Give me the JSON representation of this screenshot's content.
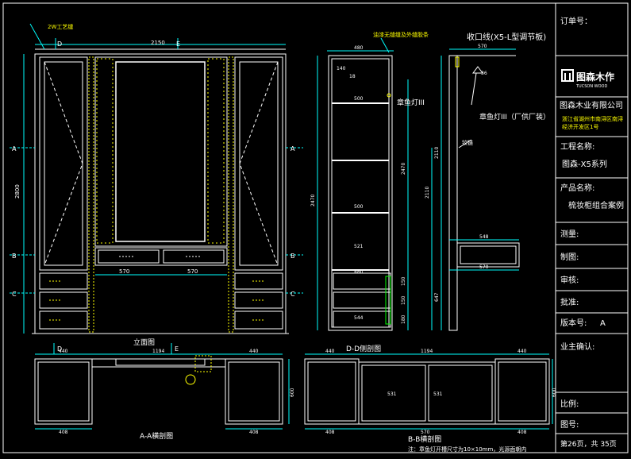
{
  "annotations": {
    "top_left_note": "2W工艺缝",
    "top_center_note": "油漆无缝缝及外缝胶条",
    "collar_label": "收口线(X5-L型调节板)",
    "lamp_label_1": "章鱼灯III",
    "lamp_label_2": "章鱼灯III（厂供厂装）",
    "hinge_label": "铰链",
    "bottom_note": "注：章鱼灯开槽尺寸为10×10mm，光源面朝内"
  },
  "views": {
    "elevation_title": "立面图",
    "side_title": "D-D侧剖图",
    "section_aa_title": "A-A横剖图",
    "section_bb_title": "B-B横剖图"
  },
  "section_marks": {
    "a": "A",
    "b": "B",
    "c": "C",
    "d": "D",
    "e": "E"
  },
  "dimensions": {
    "elev_total_width": "2150",
    "elev_total_height": "2800",
    "elev_mid_left": "570",
    "elev_mid_right": "570",
    "side_top_width": "480",
    "side_width_2": "140",
    "side_width_3": "18",
    "side_shelf": "500",
    "side_shelf_2": "500",
    "side_shelf_3": "521",
    "side_drawer_w": "480",
    "side_drawer_w2": "544",
    "side_inner_h": "2470",
    "side_height": "2470",
    "side_drawer_h1": "150",
    "side_drawer_h2": "150",
    "side_drawer_h3": "180",
    "right_top_w": "570",
    "right_h": "2110",
    "right_total_h": "2110",
    "right_sub_w": "548",
    "right_sub_w2": "570",
    "right_low_h": "647",
    "right_off": "36",
    "aa_left_w": "440",
    "aa_total_w": "1194",
    "aa_right_w": "440",
    "aa_bottom_l": "408",
    "aa_bottom_r": "408",
    "aa_depth": "600",
    "bb_left_w": "440",
    "bb_total_w": "1194",
    "bb_right_w": "440",
    "bb_bottom_l": "408",
    "bb_bottom_c": "570",
    "bb_bottom_r": "408",
    "bb_inner_1": "531",
    "bb_inner_2": "531",
    "bb_depth": "600"
  },
  "title_block": {
    "order_label": "订单号：",
    "brand_cn": "图森木作",
    "brand_en": "TUCSON WOOD",
    "company": "图森木业有限公司",
    "address_1": "浙江省湖州市南浔区南浔",
    "address_2": "经济开发区1号",
    "project_label": "工程名称:",
    "project_value": "图森-X5系列",
    "product_label": "产品名称:",
    "product_value": "梳妆柜组合案例",
    "survey_label": "测量:",
    "draw_label": "制图:",
    "review_label": "审核:",
    "approve_label": "批准:",
    "version_label": "版本号:",
    "version_value": "A",
    "owner_label": "业主确认:",
    "scale_label": "比例:",
    "drawing_no_label": "图号:",
    "page_info": "第26页，共 35页"
  },
  "colors": {
    "bg": "#000000",
    "line": "#ffffff",
    "yellow": "#ffff00",
    "cyan": "#00ffff",
    "green": "#00ff00",
    "red": "#ff0000",
    "magenta": "#ff00ff"
  }
}
